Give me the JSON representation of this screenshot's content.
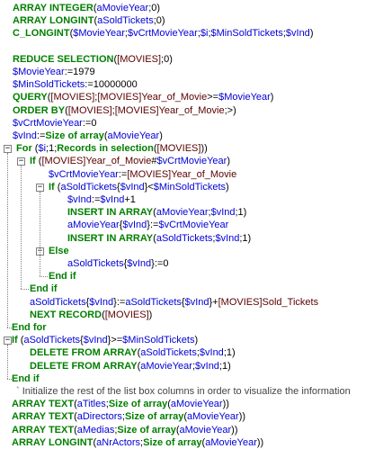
{
  "code": {
    "lines": [
      [
        [
          "k",
          "ARRAY INTEGER"
        ],
        [
          "p",
          "("
        ],
        [
          "v",
          "aMovieYear"
        ],
        [
          "p",
          ";0)"
        ]
      ],
      [
        [
          "k",
          "ARRAY LONGINT"
        ],
        [
          "p",
          "("
        ],
        [
          "v",
          "aSoldTickets"
        ],
        [
          "p",
          ";0)"
        ]
      ],
      [
        [
          "k",
          "C_LONGINT"
        ],
        [
          "p",
          "("
        ],
        [
          "v",
          "$MovieYear"
        ],
        [
          "p",
          ";"
        ],
        [
          "v",
          "$vCrtMovieYear"
        ],
        [
          "p",
          ";"
        ],
        [
          "v",
          "$i"
        ],
        [
          "p",
          ";"
        ],
        [
          "v",
          "$MinSoldTickets"
        ],
        [
          "p",
          ";"
        ],
        [
          "v",
          "$vInd"
        ],
        [
          "p",
          ")"
        ]
      ],
      [],
      [
        [
          "k",
          "REDUCE SELECTION"
        ],
        [
          "p",
          "("
        ],
        [
          "t",
          "[MOVIES]"
        ],
        [
          "p",
          ";0)"
        ]
      ],
      [
        [
          "v",
          "$MovieYear"
        ],
        [
          "p",
          ":=1979"
        ]
      ],
      [
        [
          "v",
          "$MinSoldTickets"
        ],
        [
          "p",
          ":=10000000"
        ]
      ],
      [
        [
          "k",
          "QUERY"
        ],
        [
          "p",
          "("
        ],
        [
          "t",
          "[MOVIES]"
        ],
        [
          "p",
          ";"
        ],
        [
          "t",
          "[MOVIES]Year_of_Movie"
        ],
        [
          "p",
          ">="
        ],
        [
          "v",
          "$MovieYear"
        ],
        [
          "p",
          ")"
        ]
      ],
      [
        [
          "k",
          "ORDER BY"
        ],
        [
          "p",
          "("
        ],
        [
          "t",
          "[MOVIES]"
        ],
        [
          "p",
          ";"
        ],
        [
          "t",
          "[MOVIES]Year_of_Movie"
        ],
        [
          "p",
          ";>)"
        ]
      ],
      [
        [
          "v",
          "$vCrtMovieYear"
        ],
        [
          "p",
          ":=0"
        ]
      ],
      [
        [
          "v",
          "$vInd"
        ],
        [
          "p",
          ":="
        ],
        [
          "k",
          "Size of array"
        ],
        [
          "p",
          "("
        ],
        [
          "v",
          "aMovieYear"
        ],
        [
          "p",
          ")"
        ]
      ],
      [
        [
          "k",
          "For"
        ],
        [
          "p",
          " ("
        ],
        [
          "v",
          "$i"
        ],
        [
          "p",
          ";1;"
        ],
        [
          "k",
          "Records in selection"
        ],
        [
          "p",
          "("
        ],
        [
          "t",
          "[MOVIES]"
        ],
        [
          "p",
          "))"
        ]
      ],
      [
        [
          "k",
          "If"
        ],
        [
          "p",
          " ("
        ],
        [
          "t",
          "[MOVIES]Year_of_Movie"
        ],
        [
          "p",
          "#"
        ],
        [
          "v",
          "$vCrtMovieYear"
        ],
        [
          "p",
          ")"
        ]
      ],
      [
        [
          "v",
          "$vCrtMovieYear"
        ],
        [
          "p",
          ":="
        ],
        [
          "t",
          "[MOVIES]Year_of_Movie"
        ]
      ],
      [
        [
          "k",
          "If"
        ],
        [
          "p",
          " ("
        ],
        [
          "v",
          "aSoldTickets"
        ],
        [
          "p",
          "{"
        ],
        [
          "v",
          "$vInd"
        ],
        [
          "p",
          "}<"
        ],
        [
          "v",
          "$MinSoldTickets"
        ],
        [
          "p",
          ")"
        ]
      ],
      [
        [
          "v",
          "$vInd"
        ],
        [
          "p",
          ":="
        ],
        [
          "v",
          "$vInd"
        ],
        [
          "p",
          "+1"
        ]
      ],
      [
        [
          "k",
          "INSERT IN ARRAY"
        ],
        [
          "p",
          "("
        ],
        [
          "v",
          "aMovieYear"
        ],
        [
          "p",
          ";"
        ],
        [
          "v",
          "$vInd"
        ],
        [
          "p",
          ";1)"
        ]
      ],
      [
        [
          "v",
          "aMovieYear"
        ],
        [
          "p",
          "{"
        ],
        [
          "v",
          "$vInd"
        ],
        [
          "p",
          "}:="
        ],
        [
          "v",
          "$vCrtMovieYear"
        ]
      ],
      [
        [
          "k",
          "INSERT IN ARRAY"
        ],
        [
          "p",
          "("
        ],
        [
          "v",
          "aSoldTickets"
        ],
        [
          "p",
          ";"
        ],
        [
          "v",
          "$vInd"
        ],
        [
          "p",
          ";1)"
        ]
      ],
      [
        [
          "k",
          "Else"
        ]
      ],
      [
        [
          "v",
          "aSoldTickets"
        ],
        [
          "p",
          "{"
        ],
        [
          "v",
          "$vInd"
        ],
        [
          "p",
          "}:=0"
        ]
      ],
      [
        [
          "k",
          "End if"
        ]
      ],
      [
        [
          "k",
          "End if"
        ]
      ],
      [
        [
          "v",
          "aSoldTickets"
        ],
        [
          "p",
          "{"
        ],
        [
          "v",
          "$vInd"
        ],
        [
          "p",
          "}:="
        ],
        [
          "v",
          "aSoldTickets"
        ],
        [
          "p",
          "{"
        ],
        [
          "v",
          "$vInd"
        ],
        [
          "p",
          "}+"
        ],
        [
          "t",
          "[MOVIES]Sold_Tickets"
        ]
      ],
      [
        [
          "k",
          "NEXT RECORD"
        ],
        [
          "p",
          "("
        ],
        [
          "t",
          "[MOVIES]"
        ],
        [
          "p",
          ")"
        ]
      ],
      [
        [
          "k",
          "End for"
        ]
      ],
      [
        [
          "k",
          "If"
        ],
        [
          "p",
          " ("
        ],
        [
          "v",
          "aSoldTickets"
        ],
        [
          "p",
          "{"
        ],
        [
          "v",
          "$vInd"
        ],
        [
          "p",
          "}>="
        ],
        [
          "v",
          "$MinSoldTickets"
        ],
        [
          "p",
          ")"
        ]
      ],
      [
        [
          "k",
          "DELETE FROM ARRAY"
        ],
        [
          "p",
          "("
        ],
        [
          "v",
          "aSoldTickets"
        ],
        [
          "p",
          ";"
        ],
        [
          "v",
          "$vInd"
        ],
        [
          "p",
          ";1)"
        ]
      ],
      [
        [
          "k",
          "DELETE FROM ARRAY"
        ],
        [
          "p",
          "("
        ],
        [
          "v",
          "aMovieYear"
        ],
        [
          "p",
          ";"
        ],
        [
          "v",
          "$vInd"
        ],
        [
          "p",
          ";1)"
        ]
      ],
      [
        [
          "k",
          "End if"
        ]
      ],
      [
        [
          "c",
          "` Initialize the rest of the list box columns in order to visualize the information"
        ]
      ],
      [
        [
          "k",
          "ARRAY TEXT"
        ],
        [
          "p",
          "("
        ],
        [
          "v",
          "aTitles"
        ],
        [
          "p",
          ";"
        ],
        [
          "k",
          "Size of array"
        ],
        [
          "p",
          "("
        ],
        [
          "v",
          "aMovieYear"
        ],
        [
          "p",
          "))"
        ]
      ],
      [
        [
          "k",
          "ARRAY TEXT"
        ],
        [
          "p",
          "("
        ],
        [
          "v",
          "aDirectors"
        ],
        [
          "p",
          ";"
        ],
        [
          "k",
          "Size of array"
        ],
        [
          "p",
          "("
        ],
        [
          "v",
          "aMovieYear"
        ],
        [
          "p",
          "))"
        ]
      ],
      [
        [
          "k",
          "ARRAY TEXT"
        ],
        [
          "p",
          "("
        ],
        [
          "v",
          "aMedias"
        ],
        [
          "p",
          ";"
        ],
        [
          "k",
          "Size of array"
        ],
        [
          "p",
          "("
        ],
        [
          "v",
          "aMovieYear"
        ],
        [
          "p",
          "))"
        ]
      ],
      [
        [
          "k",
          "ARRAY LONGINT"
        ],
        [
          "p",
          "("
        ],
        [
          "v",
          "aNrActors"
        ],
        [
          "p",
          ";"
        ],
        [
          "k",
          "Size of array"
        ],
        [
          "p",
          "("
        ],
        [
          "v",
          "aMovieYear"
        ],
        [
          "p",
          "))"
        ]
      ]
    ],
    "fold_markers": [
      {
        "line": 11,
        "symbol": "−"
      },
      {
        "line": 12,
        "symbol": "−"
      },
      {
        "line": 14,
        "symbol": "−"
      },
      {
        "line": 19,
        "symbol": "−"
      },
      {
        "line": 26,
        "symbol": "−"
      }
    ]
  }
}
